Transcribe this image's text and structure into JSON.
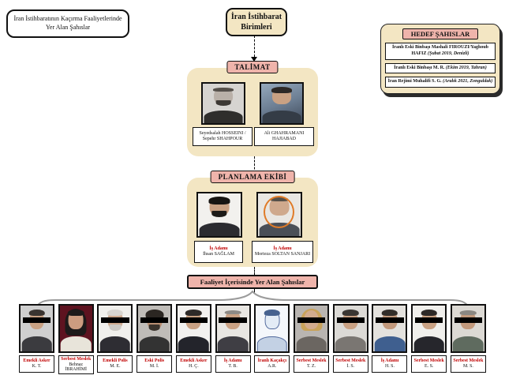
{
  "header": {
    "side_note": "İran İstihbaratının Kaçırma Faaliyetlerinde Yer Alan Şahıslar",
    "root_title": "İran İstihbarat Birimleri"
  },
  "hedef": {
    "title": "HEDEF ŞAHISLAR",
    "items": [
      {
        "main": "İranlı Eski Binbaşı Mashali FIROUZI/Yaghoub HAFIZ",
        "detail": "(Şubat 2019, Denizli)"
      },
      {
        "main": "İranlı Eski Binbaşı M. R.",
        "detail": "(Ekim 2019, Tahran)"
      },
      {
        "main": "İran Rejimi Muhalifi S. G.",
        "detail": "(Aralık 2021, Zonguldak)"
      }
    ]
  },
  "talimat": {
    "title": "TALİMAT",
    "members": [
      {
        "name": "Seyedsalah HOSSEINI / Sepehr SHAHPOUR"
      },
      {
        "name": "Ali GHAHRAMANI HAJIABAD"
      }
    ]
  },
  "planlama": {
    "title": "PLANLAMA EKİBİ",
    "members": [
      {
        "role": "İş Adamı",
        "name": "İhsan SAĞLAM"
      },
      {
        "role": "İş Adamı",
        "name": "Morteza SOLTAN SANJARI"
      }
    ]
  },
  "faaliyet": {
    "title": "Faaliyet İçerisinde Yer Alan Şahıslar",
    "members": [
      {
        "role": "Emekli Asker",
        "name": "K. T."
      },
      {
        "role": "Serbest Meslek",
        "name": "Behnaz İBRAHİMİ"
      },
      {
        "role": "Emekli Polis",
        "name": "M. E."
      },
      {
        "role": "Eski Polis",
        "name": "M. İ."
      },
      {
        "role": "Emekli Asker",
        "name": "H. Ç."
      },
      {
        "role": "İş Adamı",
        "name": "T. B."
      },
      {
        "role": "İranlı Kaçakçı",
        "name": "A.R."
      },
      {
        "role": "Serbest Meslek",
        "name": "T. Z."
      },
      {
        "role": "Serbest Meslek",
        "name": "İ. S."
      },
      {
        "role": "İş Adamı",
        "name": "H. S."
      },
      {
        "role": "Serbest Meslek",
        "name": "E. S."
      },
      {
        "role": "Serbest Meslek",
        "name": "M. S."
      }
    ]
  },
  "colors": {
    "panel_tan": "#f3e6c3",
    "label_pink": "#efb4ab",
    "accent_red": "#c00000"
  }
}
